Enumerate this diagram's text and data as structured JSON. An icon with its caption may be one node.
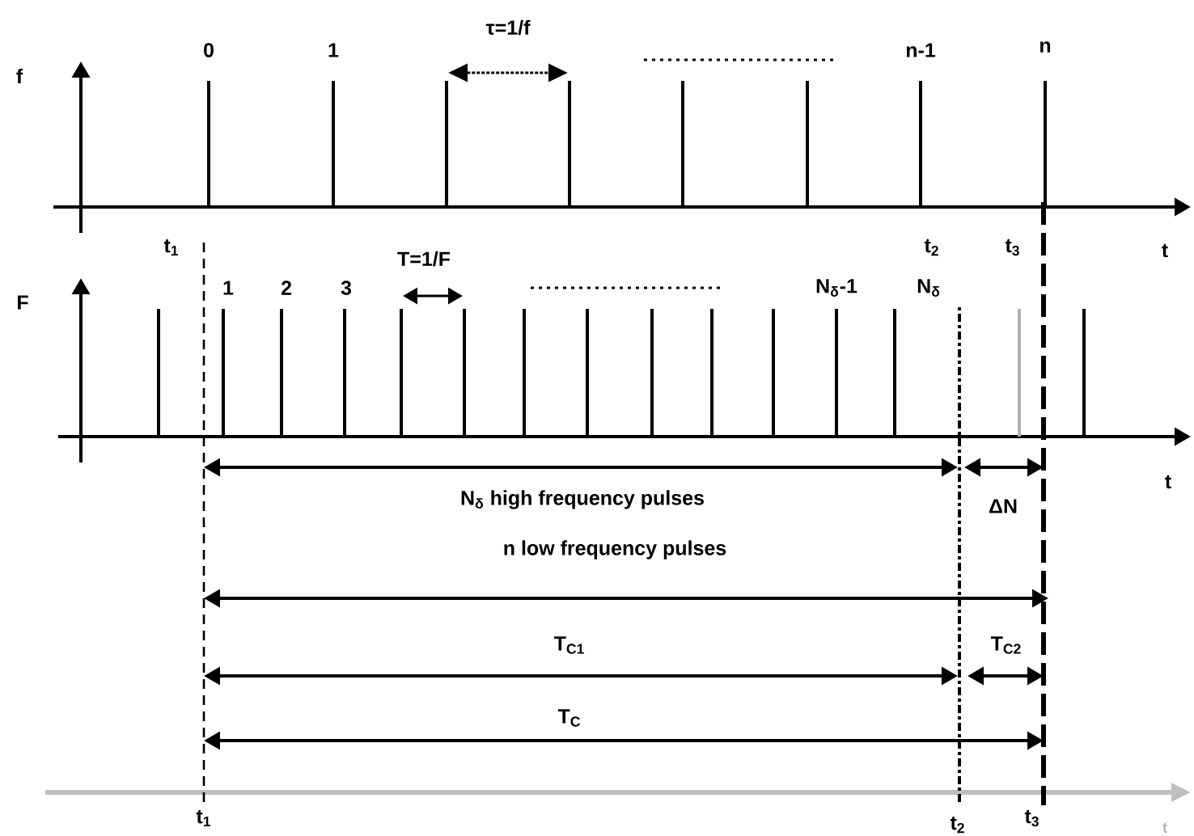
{
  "diagram": {
    "labels": [
      "τ=1/f",
      "0",
      "1",
      "n-1",
      "n",
      "f",
      "t$_{1}$",
      "t$_{2}$",
      "t$_{3}$",
      "t",
      "T=1/F",
      "1",
      "2",
      "3",
      "N$_{δ}$-1",
      "N$_{δ}$",
      "F",
      "t",
      "N$_{δ}$ high frequency pulses",
      "ΔN",
      "n low frequency pulses",
      "T$_{C1}$",
      "T$_{C2}$",
      "T$_{C}$",
      "t$_{1}$",
      "t$_{2}$",
      "t$_{3}$",
      "t"
    ]
  }
}
